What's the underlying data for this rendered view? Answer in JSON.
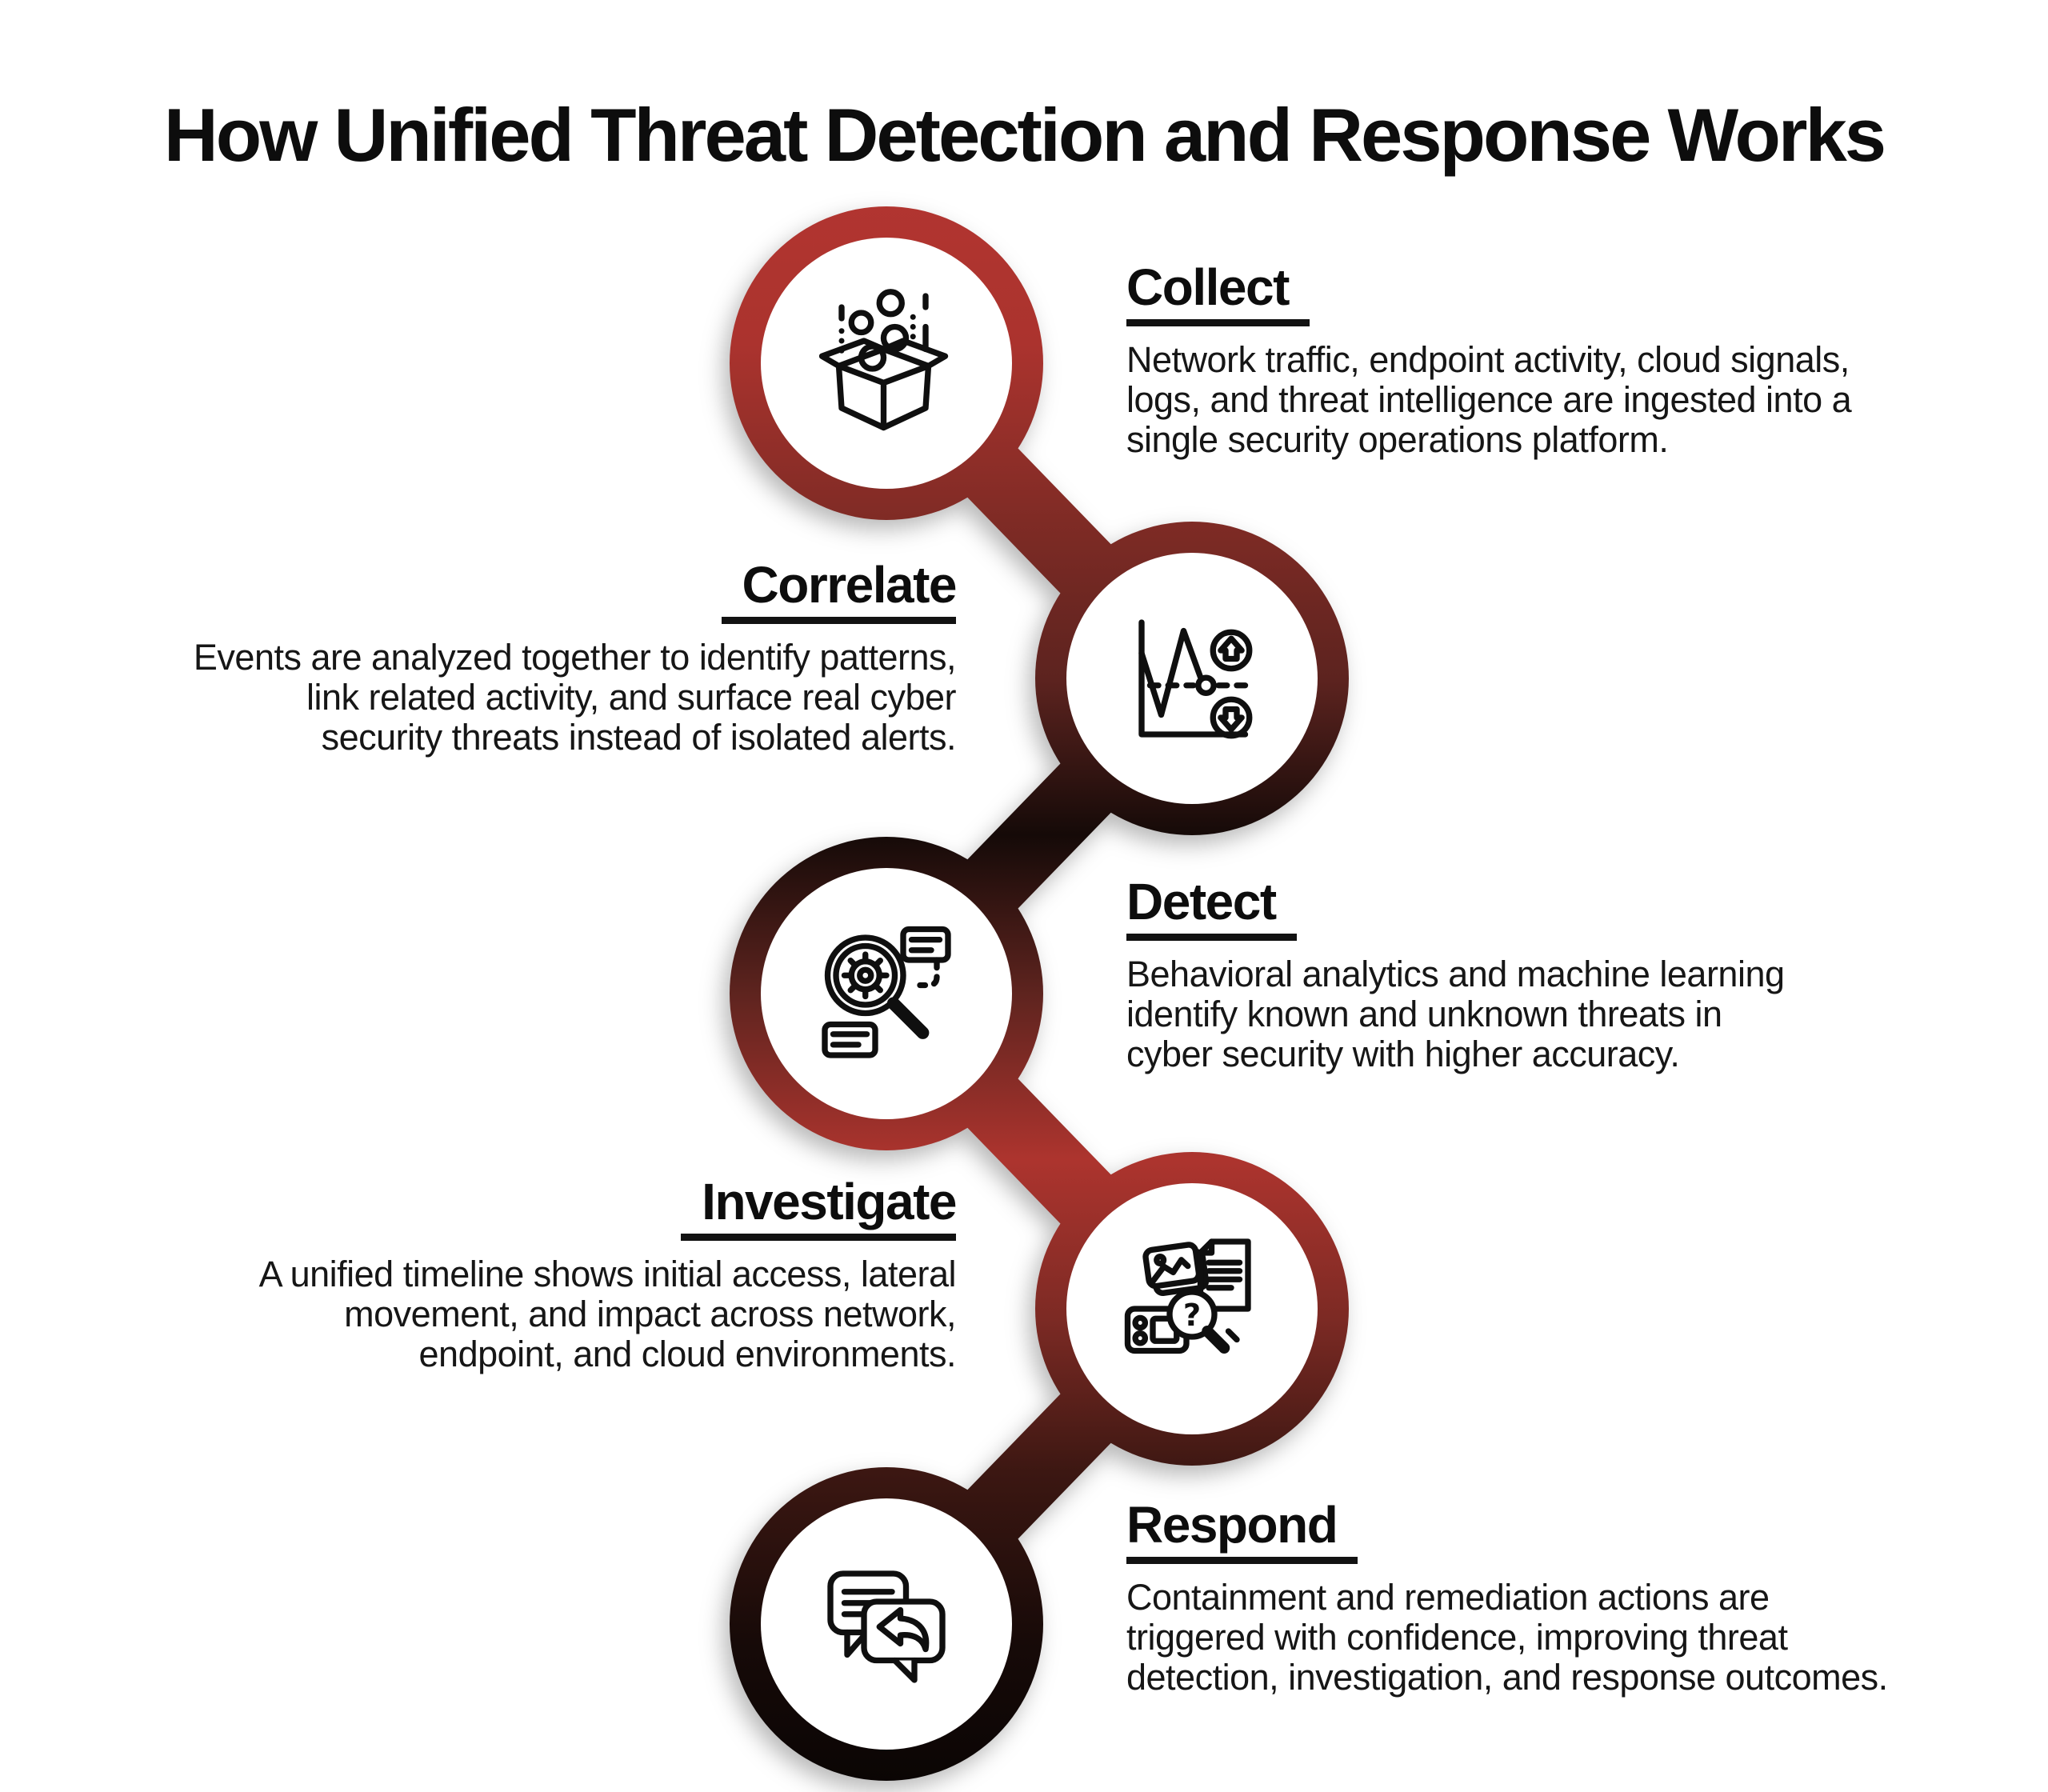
{
  "title": "How Unified Threat Detection and Response Works",
  "colors": {
    "background": "#ffffff",
    "text": "#121212",
    "chain_red": "#b23530",
    "chain_dark_red": "#7f2b25",
    "chain_black": "#0a0504"
  },
  "steps": [
    {
      "title": "Collect",
      "side": "right",
      "icon": "open-box-ingest-icon",
      "body_lines": [
        "Network traffic, endpoint activity, cloud signals,",
        "logs, and threat intelligence are ingested into a",
        "single security operations platform."
      ]
    },
    {
      "title": "Correlate",
      "side": "left",
      "icon": "anomaly-chart-arrows-icon",
      "body_lines": [
        "Events are analyzed together to identify patterns,",
        "link related activity, and surface real cyber",
        "security threats instead of isolated alerts."
      ]
    },
    {
      "title": "Detect",
      "side": "right",
      "icon": "magnifier-gear-icon",
      "body_lines": [
        "Behavioral analytics and machine learning",
        "identify known and unknown threats in",
        "cyber security with higher accuracy."
      ]
    },
    {
      "title": "Investigate",
      "side": "left",
      "icon": "evidence-search-question-icon",
      "body_lines": [
        "A unified timeline shows initial access, lateral",
        "movement, and impact across network,",
        "endpoint, and cloud environments."
      ]
    },
    {
      "title": "Respond",
      "side": "right",
      "icon": "chat-reply-icon",
      "body_lines": [
        "Containment and remediation actions are",
        "triggered with confidence, improving threat",
        "detection, investigation, and response outcomes."
      ]
    }
  ]
}
